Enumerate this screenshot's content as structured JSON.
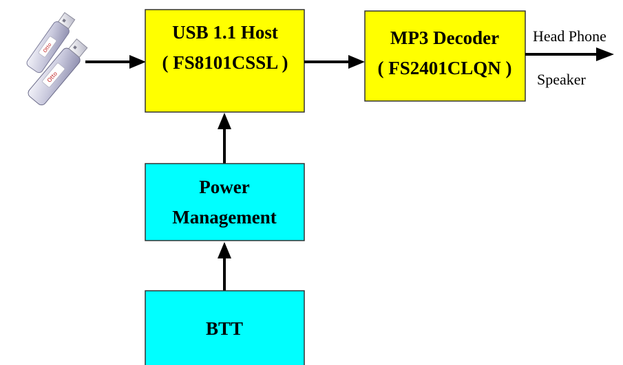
{
  "colors": {
    "host_box": "#ffff00",
    "decoder_box": "#ffff00",
    "power_box": "#00ffff",
    "btt_box": "#00ffff",
    "border": "#333333",
    "arrow": "#000000"
  },
  "usb_drives": {
    "icon": "usb-flash-drive-icon"
  },
  "usb_host": {
    "line1": "USB 1.1 Host",
    "line2": "( FS8101CSSL )"
  },
  "mp3_decoder": {
    "line1": "MP3 Decoder",
    "line2": "( FS2401CLQN )"
  },
  "power_management": {
    "line1": "Power",
    "line2": "Management"
  },
  "btt": {
    "label": "BTT"
  },
  "outputs": {
    "head_phone": "Head Phone",
    "speaker": "Speaker"
  }
}
